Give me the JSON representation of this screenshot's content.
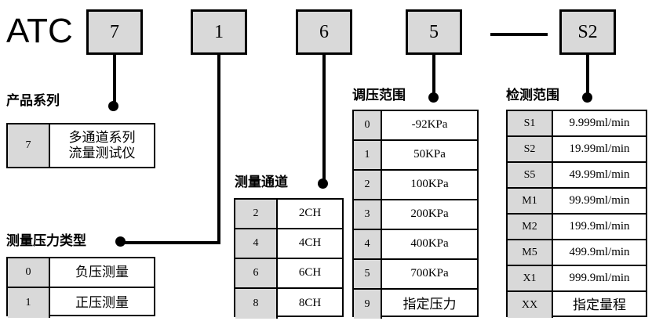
{
  "diagram": {
    "brand": "ATC",
    "code_boxes": [
      {
        "name": "product-series",
        "value": "7"
      },
      {
        "name": "pressure-type",
        "value": "1"
      },
      {
        "name": "measure-channel",
        "value": "6"
      },
      {
        "name": "pressure-range",
        "value": "5"
      },
      {
        "name": "detect-range",
        "value": "S2"
      }
    ],
    "separator": "—"
  },
  "sections": {
    "product_series": {
      "caption": "产品系列",
      "rows": [
        {
          "key": "7",
          "value_lines": [
            "多通道系列",
            "流量测试仪"
          ]
        }
      ]
    },
    "pressure_type": {
      "caption": "测量压力类型",
      "rows": [
        {
          "key": "0",
          "value": "负压测量"
        },
        {
          "key": "1",
          "value": "正压测量"
        }
      ]
    },
    "measure_channel": {
      "caption": "测量通道",
      "rows": [
        {
          "key": "2",
          "value": "2CH"
        },
        {
          "key": "4",
          "value": "4CH"
        },
        {
          "key": "6",
          "value": "6CH"
        },
        {
          "key": "8",
          "value": "8CH"
        }
      ]
    },
    "pressure_range": {
      "caption": "调压范围",
      "rows": [
        {
          "key": "0",
          "value": "-92KPa"
        },
        {
          "key": "1",
          "value": "50KPa"
        },
        {
          "key": "2",
          "value": "100KPa"
        },
        {
          "key": "3",
          "value": "200KPa"
        },
        {
          "key": "4",
          "value": "400KPa"
        },
        {
          "key": "5",
          "value": "700KPa"
        },
        {
          "key": "9",
          "value": "指定压力"
        }
      ]
    },
    "detect_range": {
      "caption": "检测范围",
      "rows": [
        {
          "key": "S1",
          "value": "9.999ml/min"
        },
        {
          "key": "S2",
          "value": "19.99ml/min"
        },
        {
          "key": "S5",
          "value": "49.99ml/min"
        },
        {
          "key": "M1",
          "value": "99.99ml/min"
        },
        {
          "key": "M2",
          "value": "199.9ml/min"
        },
        {
          "key": "M5",
          "value": "499.9ml/min"
        },
        {
          "key": "X1",
          "value": "999.9ml/min"
        },
        {
          "key": "XX",
          "value": "指定量程"
        }
      ]
    }
  },
  "colors": {
    "fill_gray": "#d9d9d9",
    "line_black": "#000000",
    "background": "#ffffff"
  }
}
